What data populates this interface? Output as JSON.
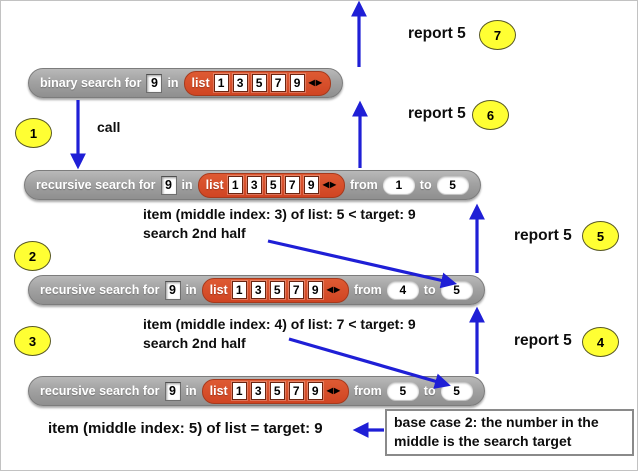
{
  "colors": {
    "arrow_blue": "#1f1fd6",
    "block_gray": "#a5a5a5",
    "list_orange": "#d54b28",
    "badge_yellow": "#ffff33"
  },
  "block1": {
    "t1": "binary search for",
    "arg": "9",
    "t2": "in",
    "list": {
      "label": "list",
      "items": [
        "1",
        "3",
        "5",
        "7",
        "9"
      ],
      "arrows": "◀▶"
    }
  },
  "recursive_calls": [
    {
      "t1": "recursive search for",
      "arg": "9",
      "t2": "in",
      "list": {
        "label": "list",
        "items": [
          "1",
          "3",
          "5",
          "7",
          "9"
        ],
        "arrows": "◀▶"
      },
      "from_label": "from",
      "from": "1",
      "to_label": "to",
      "to": "5"
    },
    {
      "t1": "recursive search for",
      "arg": "9",
      "t2": "in",
      "list": {
        "label": "list",
        "items": [
          "1",
          "3",
          "5",
          "7",
          "9"
        ],
        "arrows": "◀▶"
      },
      "from_label": "from",
      "from": "4",
      "to_label": "to",
      "to": "5"
    },
    {
      "t1": "recursive search for",
      "arg": "9",
      "t2": "in",
      "list": {
        "label": "list",
        "items": [
          "1",
          "3",
          "5",
          "7",
          "9"
        ],
        "arrows": "◀▶"
      },
      "from_label": "from",
      "from": "5",
      "to_label": "to",
      "to": "5"
    }
  ],
  "annotations": {
    "call": "call",
    "step1_line1": "item (middle index: 3) of list: 5 < target: 9",
    "step1_line2": "search 2nd half",
    "step2_line1": "item (middle index: 4) of list: 7 < target: 9",
    "step2_line2": "search 2nd half",
    "base_result": "item (middle index: 5) of list = target: 9",
    "base_case_note": "base case 2: the number in the middle is the search target"
  },
  "reports": [
    {
      "label": "report 5",
      "badge": "7"
    },
    {
      "label": "report 5",
      "badge": "6"
    },
    {
      "label": "report 5",
      "badge": "5"
    },
    {
      "label": "report 5",
      "badge": "4"
    }
  ],
  "step_badges": [
    "1",
    "2",
    "3"
  ]
}
